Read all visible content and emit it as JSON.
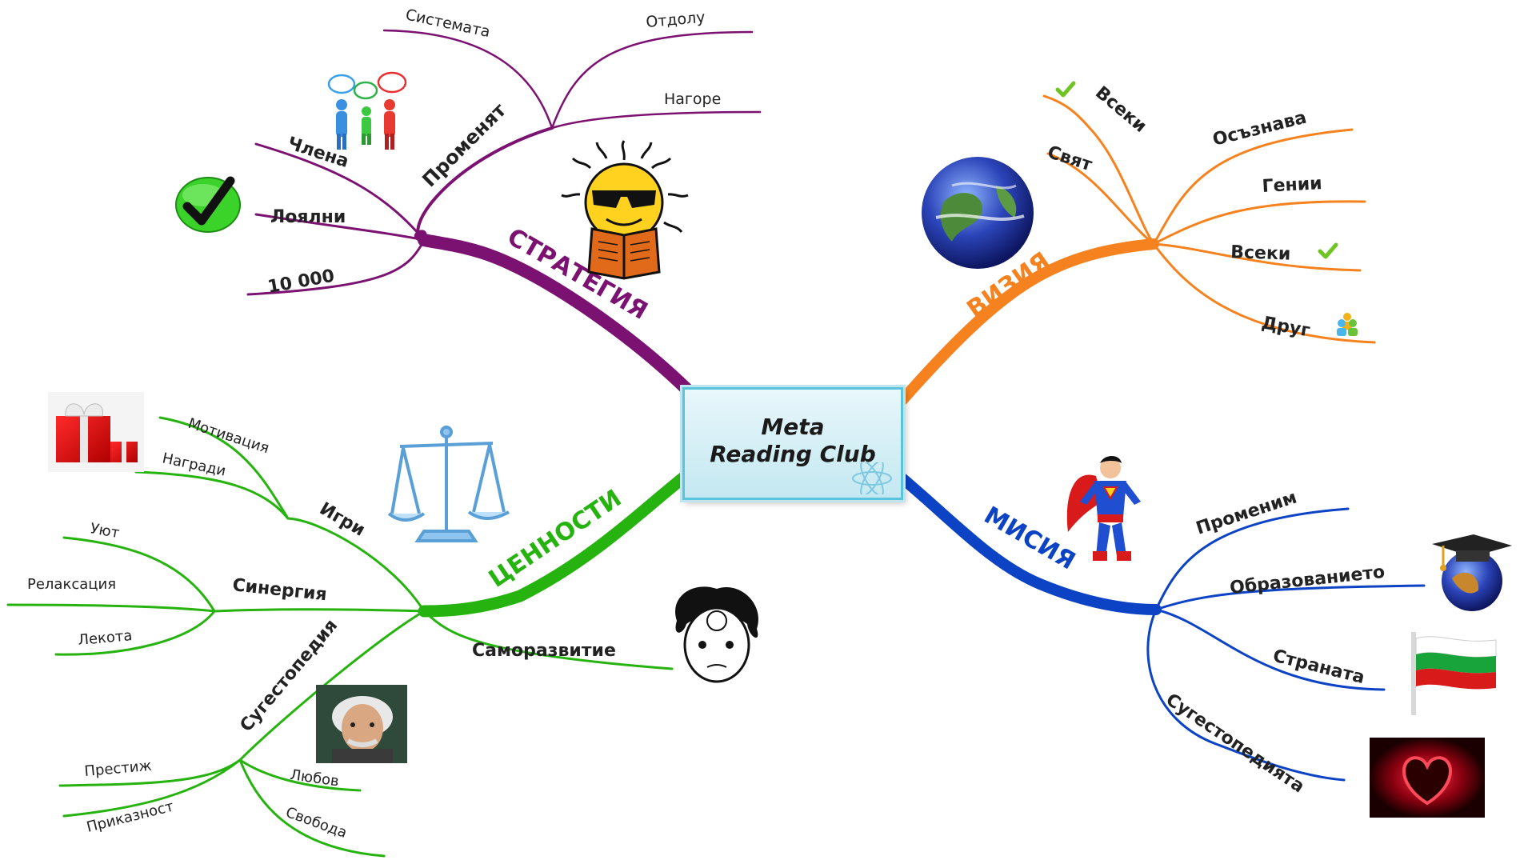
{
  "center": {
    "line1": "Meta",
    "line2": "Reading Club"
  },
  "colors": {
    "strategy": "#7b1170",
    "vision": "#f5821f",
    "mission": "#0b43c4",
    "values": "#27b30f"
  },
  "branches": {
    "strategy": {
      "title": "СТРАТЕГИЯ",
      "children": {
        "promenyat": "Променят",
        "sistemata": "Системата",
        "otdolu": "Отдолу",
        "nagore": "Нагоре",
        "chlena": "Члена",
        "loyalni": "Лоялни",
        "ten_thousand": "10 000"
      }
    },
    "vision": {
      "title": "ВИЗИЯ",
      "children": {
        "vseki_top": "Всеки",
        "svyat": "Свят",
        "osaznava": "Осъзнава",
        "genii": "Гении",
        "vseki": "Всеки",
        "drug": "Друг"
      }
    },
    "mission": {
      "title": "МИСИЯ",
      "children": {
        "promenim": "Променим",
        "obrazovanieto": "Образованието",
        "stranata": "Страната",
        "sugestopediyata": "Сугестопедията"
      }
    },
    "values": {
      "title": "ЦЕННОСТИ",
      "children": {
        "igri": "Игри",
        "motivatsia": "Мотивация",
        "nagradi": "Награди",
        "sinergia": "Синергия",
        "uyut": "Уют",
        "relaksatsia": "Релаксация",
        "lekota": "Лекота",
        "samorazvitie": "Саморазвитие",
        "sugestopedia": "Сугестопедия",
        "prestizh": "Престиж",
        "lyubov": "Любов",
        "prikaznost": "Приказност",
        "svoboda": "Свобода"
      }
    }
  },
  "icons": [
    "people-talking-icon",
    "green-check-icon",
    "sun-reading-icon",
    "globe-icon",
    "check-icon",
    "people-icon",
    "gift-box-icon",
    "scales-icon",
    "thinker-face-icon",
    "superhero-icon",
    "graduation-globe-icon",
    "bulgaria-flag-icon",
    "einstein-portrait-icon",
    "glowing-heart-icon"
  ]
}
